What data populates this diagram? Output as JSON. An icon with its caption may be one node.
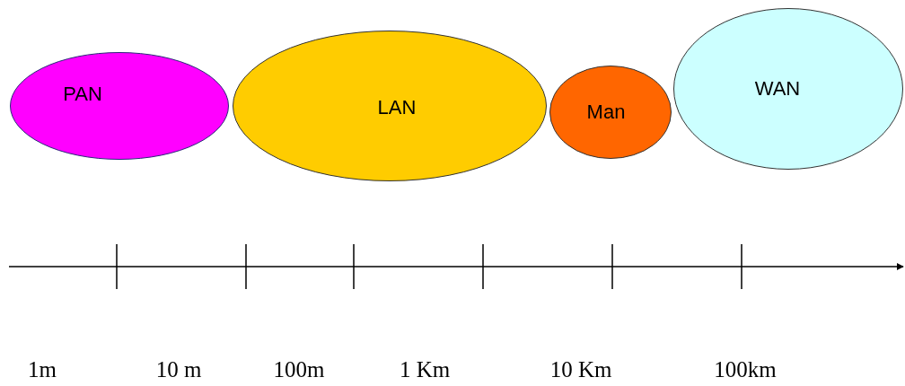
{
  "diagram": {
    "nodes": [
      {
        "text": [
          "PAN"
        ]
      },
      {
        "text": [
          "LAN"
        ]
      },
      {
        "text": [
          "Man"
        ]
      },
      {
        "text": [
          "WAN"
        ]
      }
    ],
    "labels": [
      "1m",
      "10 m",
      "100m",
      "1 Km",
      "10 Km",
      "100km"
    ]
  }
}
